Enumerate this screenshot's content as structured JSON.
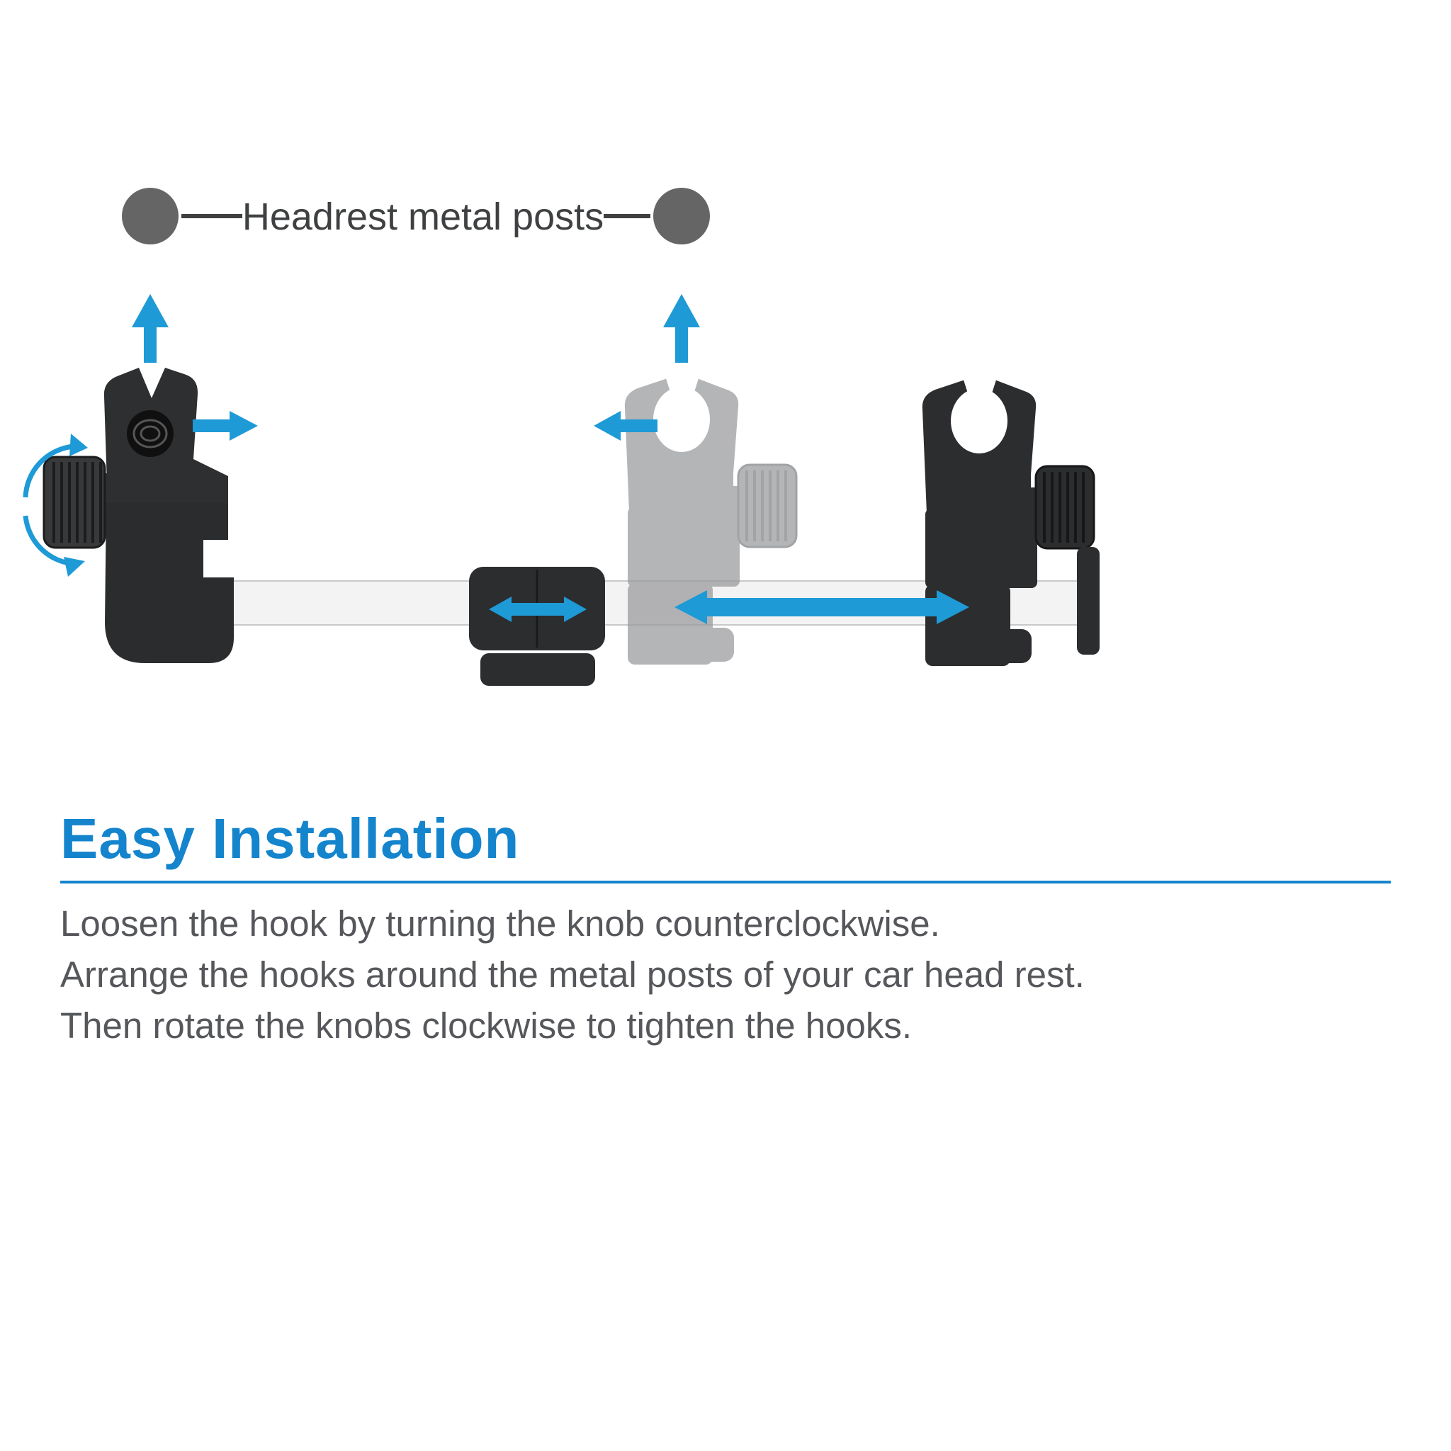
{
  "diagram": {
    "label": "Headrest metal posts",
    "colors": {
      "accent_blue": "#1e9ad6",
      "title_blue": "#1484cd",
      "post_gray": "#656565",
      "part_dark": "#2c2d2f",
      "ghost_gray": "#98999b",
      "rod_light": "#f3f3f3",
      "body_text_gray": "#55575b"
    }
  },
  "section": {
    "title": "Easy Installation",
    "instructions": [
      "Loosen the hook by turning the knob counterclockwise.",
      "Arrange the hooks around the metal posts of your car head rest.",
      "Then rotate the knobs clockwise to tighten the hooks."
    ]
  }
}
